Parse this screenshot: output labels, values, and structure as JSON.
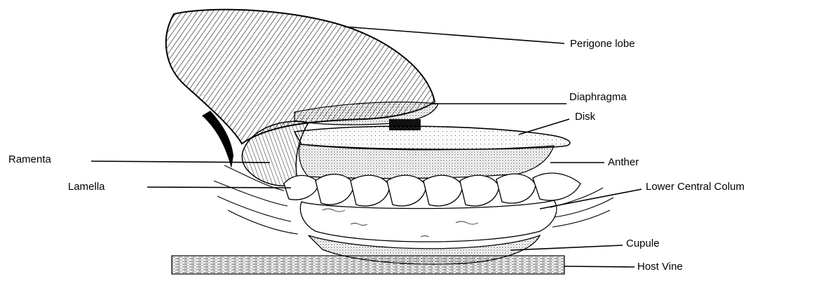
{
  "diagram": {
    "labels": {
      "perigone_lobe": "Perigone lobe",
      "diaphragma": "Diaphragma",
      "disk": "Disk",
      "ramenta": "Ramenta",
      "anther": "Anther",
      "lamella": "Lamella",
      "lower_central_column": "Lower Central Colum",
      "cupule": "Cupule",
      "host_vine": "Host Vine"
    },
    "colors": {
      "ink": "#000000",
      "paper": "#ffffff",
      "stipple": "#555555"
    }
  }
}
